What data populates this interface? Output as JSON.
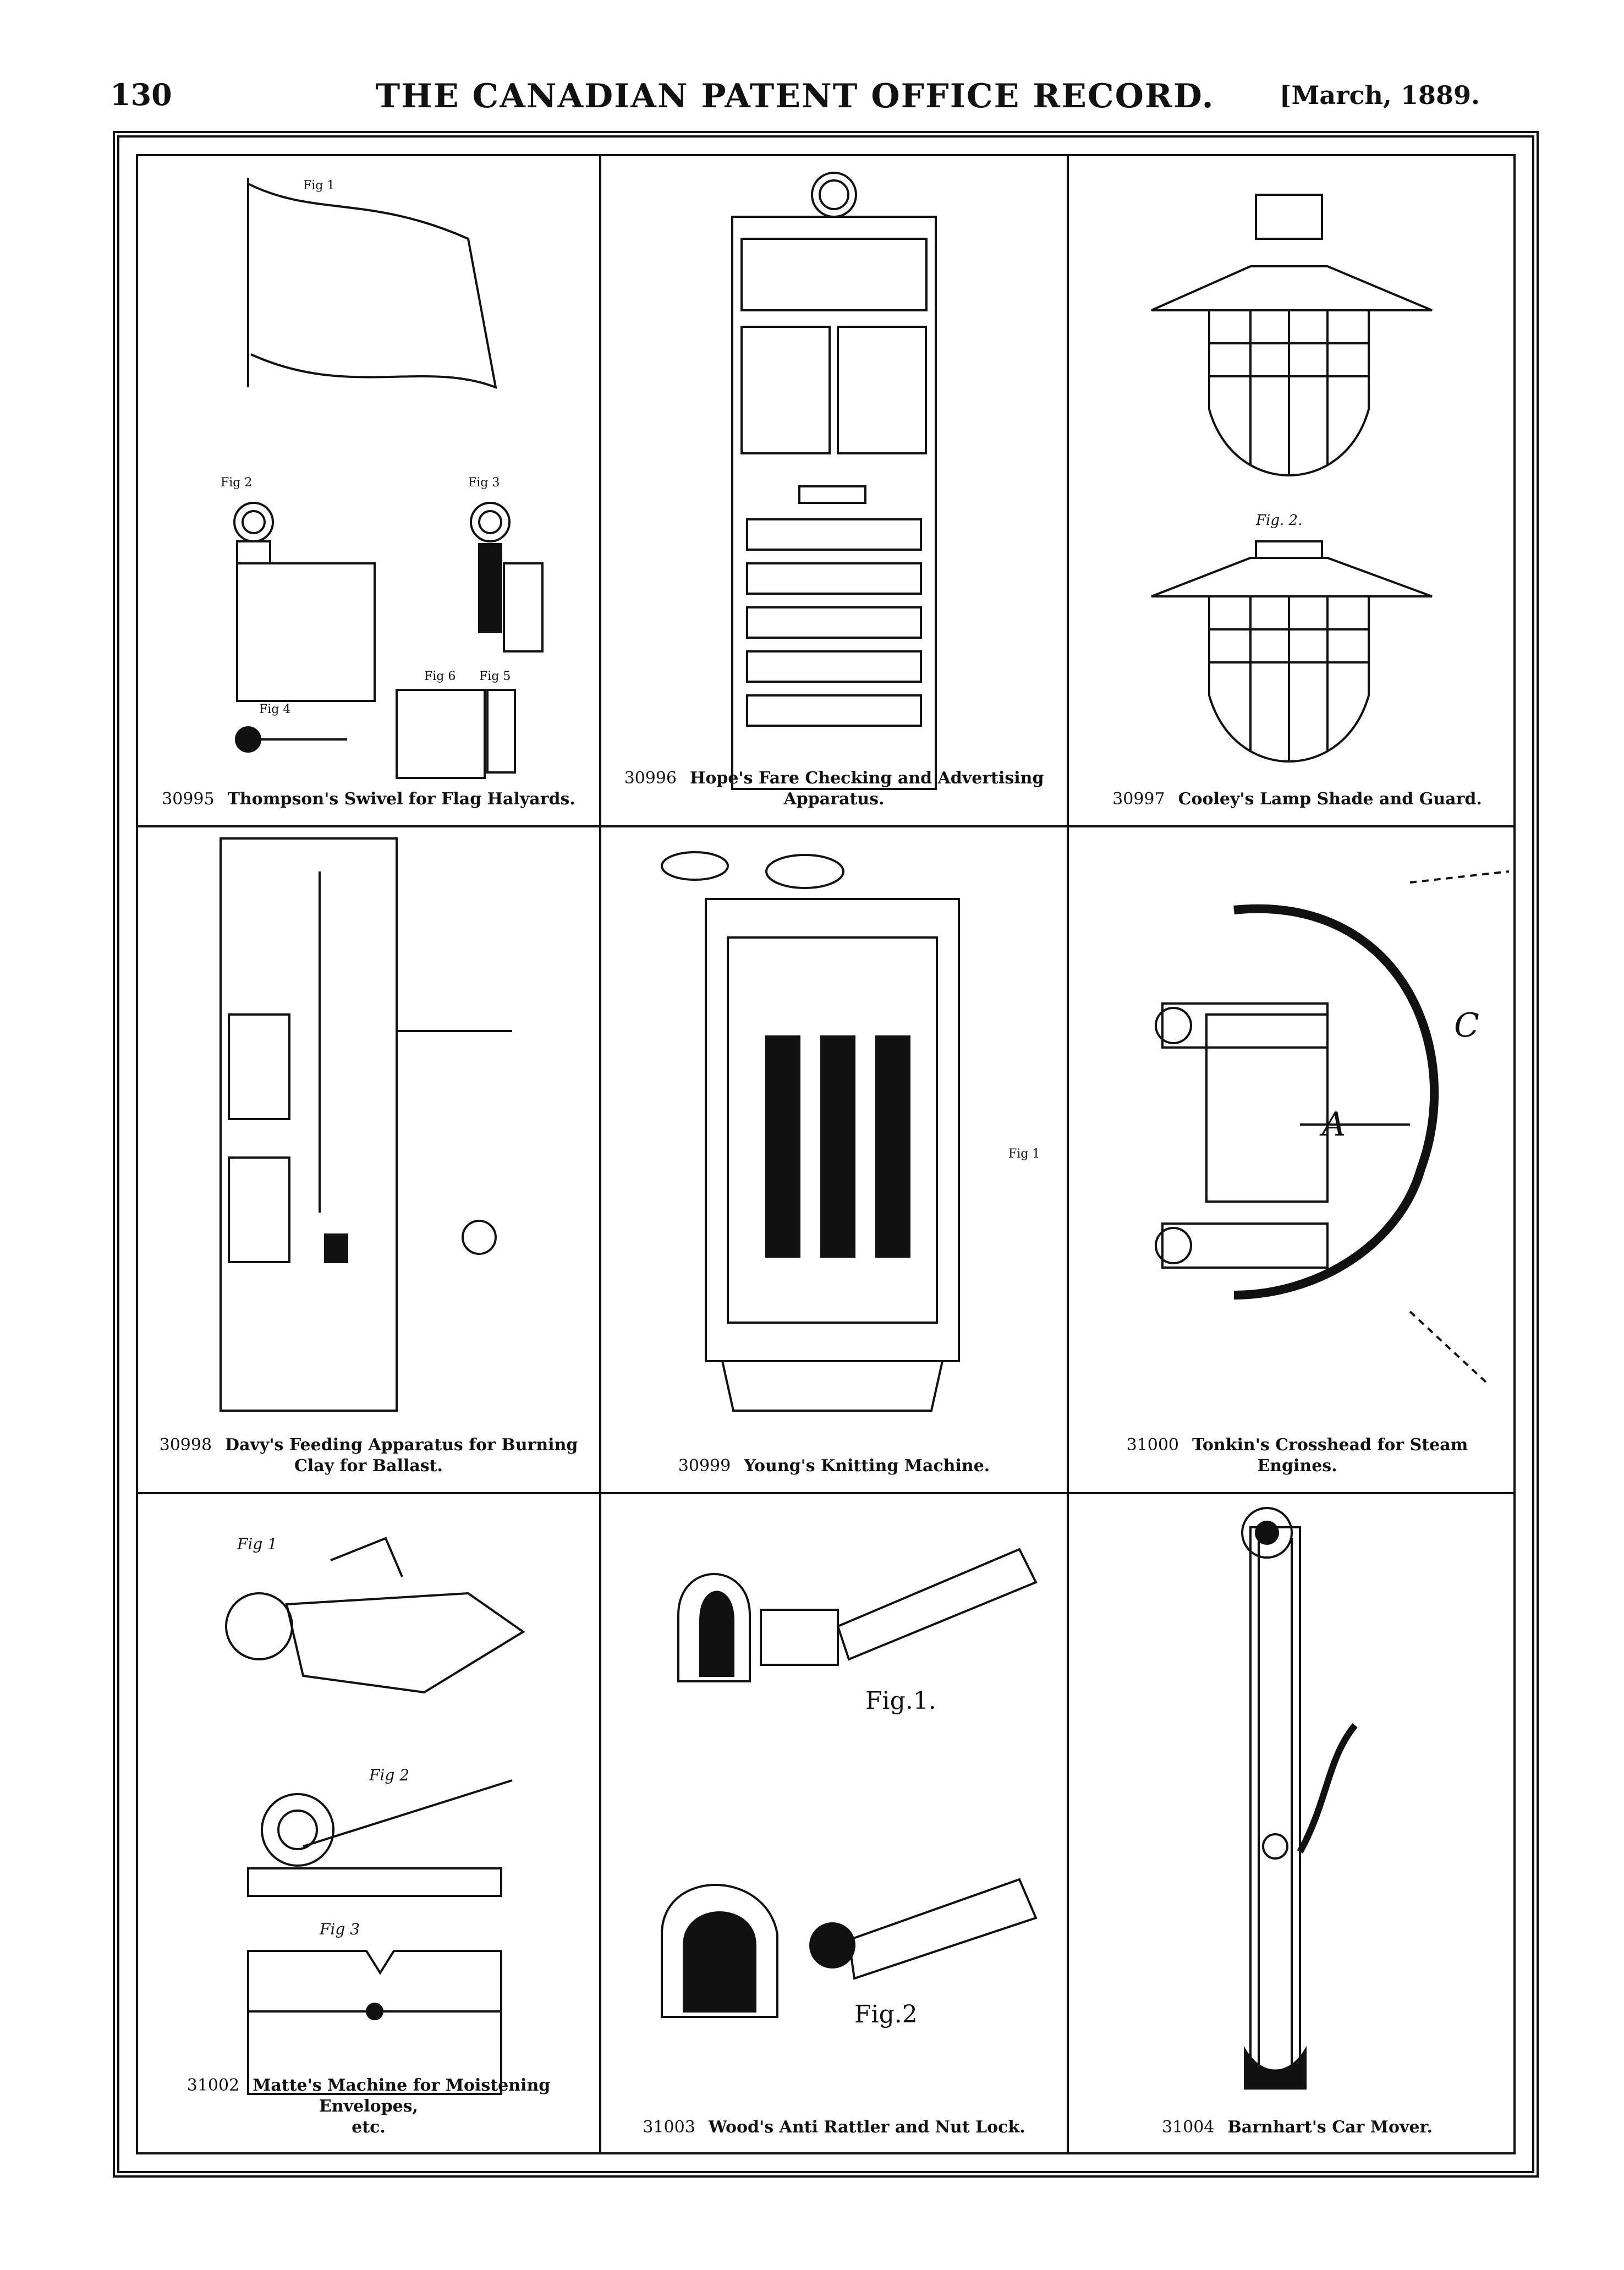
{
  "header": {
    "page_number": "130",
    "title": "THE CANADIAN PATENT OFFICE RECORD.",
    "date": "[March, 1889."
  },
  "cells": [
    {
      "number": "30995",
      "title": "Thompson's Swivel for Flag Halyards.",
      "title2": "",
      "labels": [
        "Fig 1",
        "Fig 2",
        "Fig 3",
        "Fig 4",
        "Fig 6",
        "Fig 5"
      ]
    },
    {
      "number": "30996",
      "title": "Hope's Fare Checking and Advertising",
      "title2": "Apparatus.",
      "labels": []
    },
    {
      "number": "30997",
      "title": "Cooley's Lamp Shade and Guard.",
      "title2": "",
      "labels": [
        "Fig. 2."
      ]
    },
    {
      "number": "30998",
      "title": "Davy's Feeding Apparatus for Burning",
      "title2": "Clay for Ballast.",
      "labels": []
    },
    {
      "number": "30999",
      "title": "Young's Knitting Machine.",
      "title2": "",
      "labels": [
        "Fig 1"
      ]
    },
    {
      "number": "31000",
      "title": "Tonkin's Crosshead for Steam Engines.",
      "title2": "",
      "labels": [
        "A",
        "C"
      ]
    },
    {
      "number": "31002",
      "title": "Matte's Machine for Moistening Envelopes,",
      "title2": "etc.",
      "labels": [
        "Fig 1",
        "Fig 2",
        "Fig 3"
      ]
    },
    {
      "number": "31003",
      "title": "Wood's Anti Rattler and Nut Lock.",
      "title2": "",
      "labels": [
        "Fig.1.",
        "Fig.2"
      ]
    },
    {
      "number": "31004",
      "title": "Barnhart's Car Mover.",
      "title2": "",
      "labels": []
    }
  ]
}
